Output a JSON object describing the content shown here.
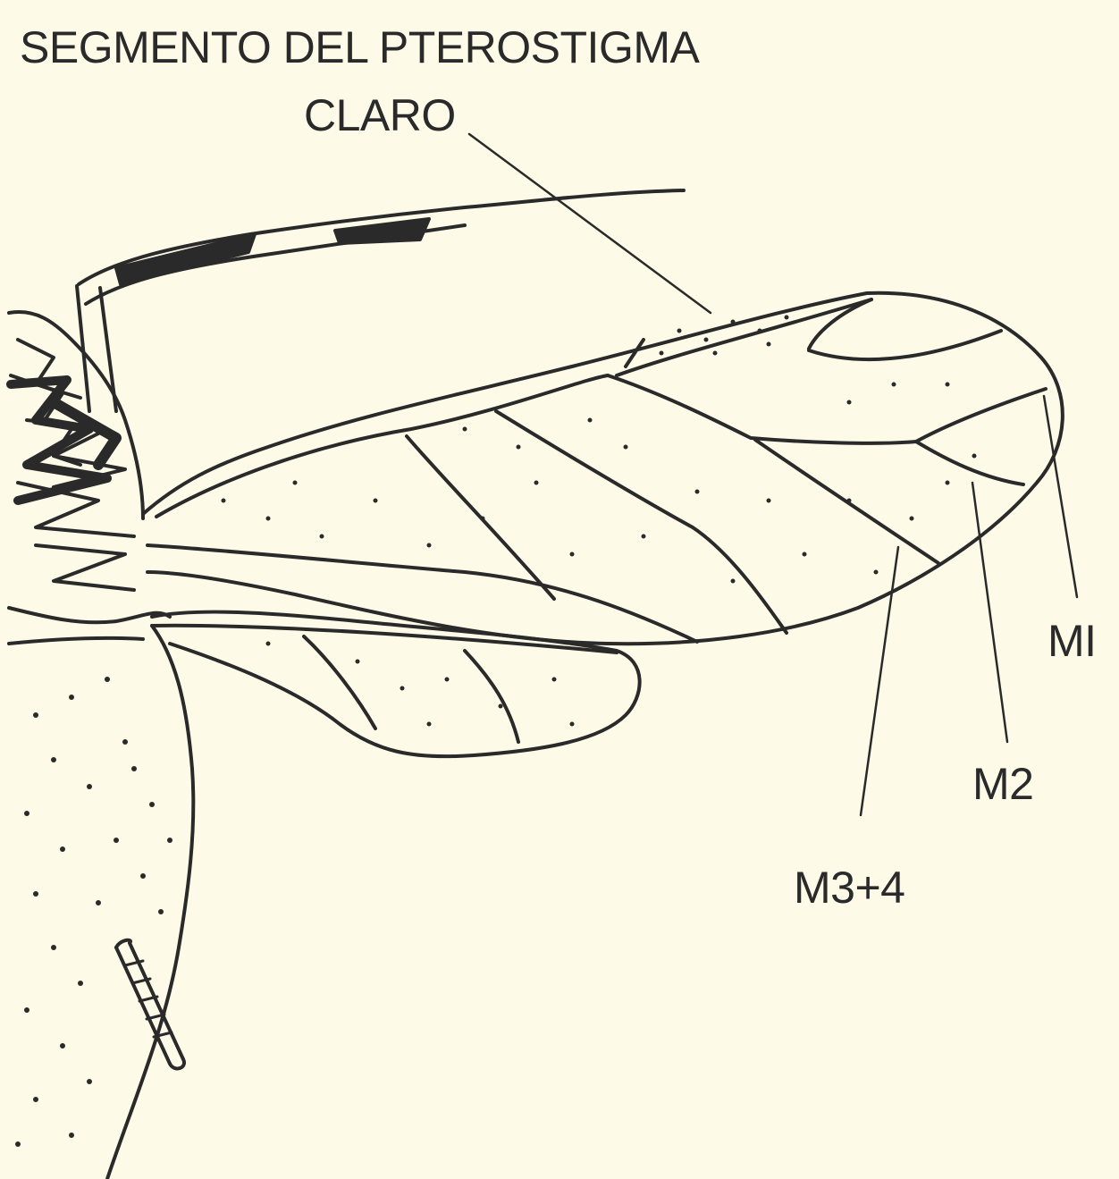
{
  "labels": {
    "title_line1": "SEGMENTO DEL  PTEROSTIGMA",
    "title_line2": "CLARO",
    "m1": "MI",
    "m2": "M2",
    "m34": "M3+4"
  },
  "colors": {
    "background": "#fdfbe8",
    "ink": "#2a2a2a"
  }
}
